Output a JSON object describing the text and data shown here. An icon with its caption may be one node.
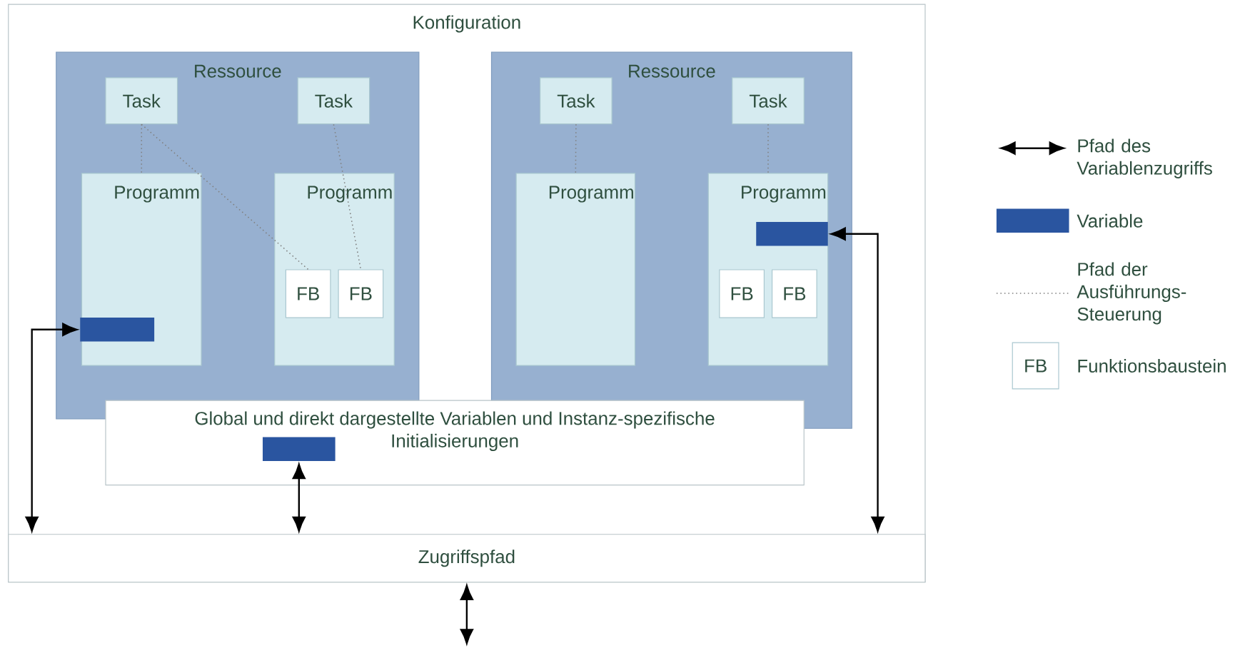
{
  "diagram": {
    "nodes": [
      {
        "text": [
          "Konfiguration"
        ]
      },
      {
        "text": [
          "Ressource"
        ],
        "in": 0
      },
      {
        "text": [
          "Task"
        ],
        "in": 1
      },
      {
        "text": [
          "Task"
        ],
        "in": 1
      },
      {
        "text": [
          "Programm"
        ],
        "in": 1
      },
      {
        "text": [],
        "shape": "bar",
        "in": 4
      },
      {
        "text": [
          "Programm"
        ],
        "in": 1
      },
      {
        "text": [
          "FB"
        ],
        "in": 6
      },
      {
        "text": [
          "FB"
        ],
        "in": 6
      },
      {
        "text": [
          "Ressource"
        ],
        "in": 0
      },
      {
        "text": [
          "Task"
        ],
        "in": 9
      },
      {
        "text": [
          "Task"
        ],
        "in": 9
      },
      {
        "text": [
          "Programm"
        ],
        "in": 9
      },
      {
        "text": [
          "Programm"
        ],
        "in": 9
      },
      {
        "text": [],
        "shape": "bar",
        "in": 13
      },
      {
        "text": [
          "FB"
        ],
        "in": 13
      },
      {
        "text": [
          "FB"
        ],
        "in": 13
      },
      {
        "text": [
          "Global und direkt dargestellte Variablen und Instanz-spezifische Initialisierungen"
        ],
        "in": 0
      },
      {
        "text": [],
        "shape": "bar",
        "in": 17
      },
      {
        "text": [
          "Zugriffspfad"
        ],
        "in": 0
      }
    ],
    "edges": [
      {
        "from": 2,
        "to": 4,
        "arrow": "none",
        "style": "dashed"
      },
      {
        "from": 2,
        "to": 7,
        "arrow": "none",
        "style": "dashed"
      },
      {
        "from": 3,
        "to": 8,
        "arrow": "none",
        "style": "dashed"
      },
      {
        "from": 10,
        "to": 12,
        "arrow": "none",
        "style": "dashed"
      },
      {
        "from": 11,
        "to": 13,
        "arrow": "none",
        "style": "dashed"
      },
      {
        "from": 19,
        "to": 5,
        "arrow": "both",
        "color": "#000000"
      },
      {
        "from": 18,
        "to": 19,
        "arrow": "both",
        "color": "#000000"
      },
      {
        "from": 14,
        "to": 19,
        "arrow": "both",
        "color": "#000000"
      },
      {
        "from": 19,
        "to": null,
        "arrow": "both",
        "color": "#000000"
      }
    ],
    "labels": [
      "FB"
    ],
    "legend": [
      {
        "text": "Pfad des Variablenzugriffs"
      },
      {
        "text": "Variable",
        "color": "#2a55a0"
      },
      {
        "text": "Pfad der Ausführungs-Steuerung"
      },
      {
        "text": "Funktionsbaustein"
      }
    ]
  }
}
